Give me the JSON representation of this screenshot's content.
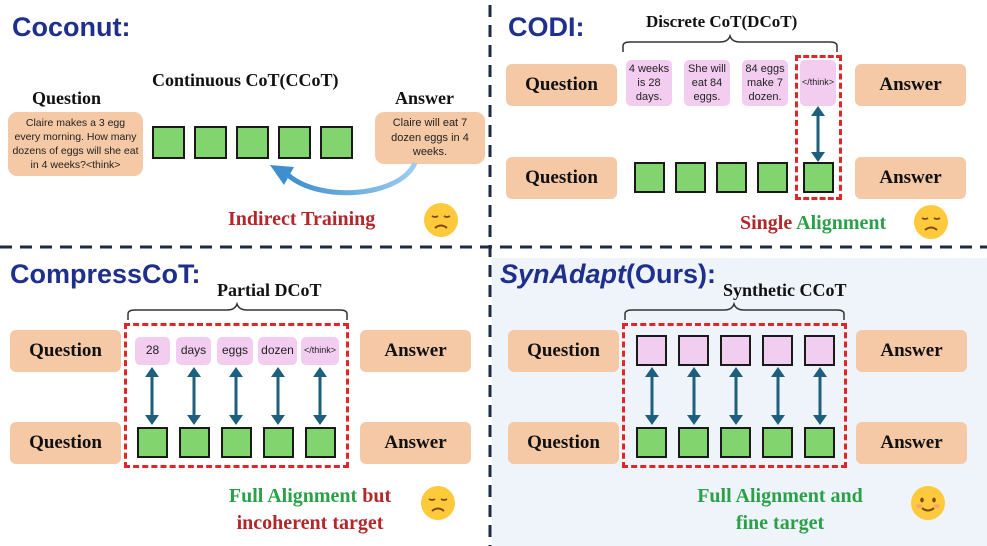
{
  "colors": {
    "title_blue": "#1f2f8c",
    "peach": "#f5c9a6",
    "pink": "#f3cdf0",
    "green_token": "#82d46f",
    "red_text": "#b3262a",
    "green_text": "#2aa048",
    "dashed_red": "#e02626",
    "arrow_blue": "#1d5f7c",
    "divider": "#1c2a44",
    "panel_bg_ours": "#eef4fa"
  },
  "coconut": {
    "title": "Coconut:",
    "ccot_label": "Continuous CoT(CCoT)",
    "question_label": "Question",
    "answer_label": "Answer",
    "question_text": "Claire makes a 3 egg every morning. How many dozens of eggs will she eat in 4 weeks?<think>",
    "answer_text": "Claire will eat 7 dozen eggs in 4 weeks.",
    "caption": "Indirect Training",
    "emoji": "sad-face-icon"
  },
  "codi": {
    "title": "CODI:",
    "dcot_label": "Discrete CoT(DCoT)",
    "question_label": "Question",
    "answer_label": "Answer",
    "steps": [
      "4 weeks is 28 days.",
      "She will eat 84 eggs.",
      "84 eggs make 7 dozen.",
      "</think>"
    ],
    "caption_part1": "Single ",
    "caption_part2": "Alignment",
    "emoji": "sad-face-icon"
  },
  "compresscot": {
    "title": "CompressCoT:",
    "dcot_label": "Partial DCoT",
    "question_label": "Question",
    "answer_label": "Answer",
    "tokens": [
      "28",
      "days",
      "eggs",
      "dozen",
      "</think>"
    ],
    "caption_line1_green": "Full Alignment",
    "caption_line1_red": " but",
    "caption_line2": "incoherent target",
    "emoji": "sad-face-icon"
  },
  "synadapt": {
    "title_italic": "SynAdapt",
    "title_rest": "(Ours):",
    "ccot_label": "Synthetic CCoT",
    "question_label": "Question",
    "answer_label": "Answer",
    "caption_line1": "Full Alignment and",
    "caption_line2": "fine target",
    "emoji": "smile-face-icon"
  }
}
